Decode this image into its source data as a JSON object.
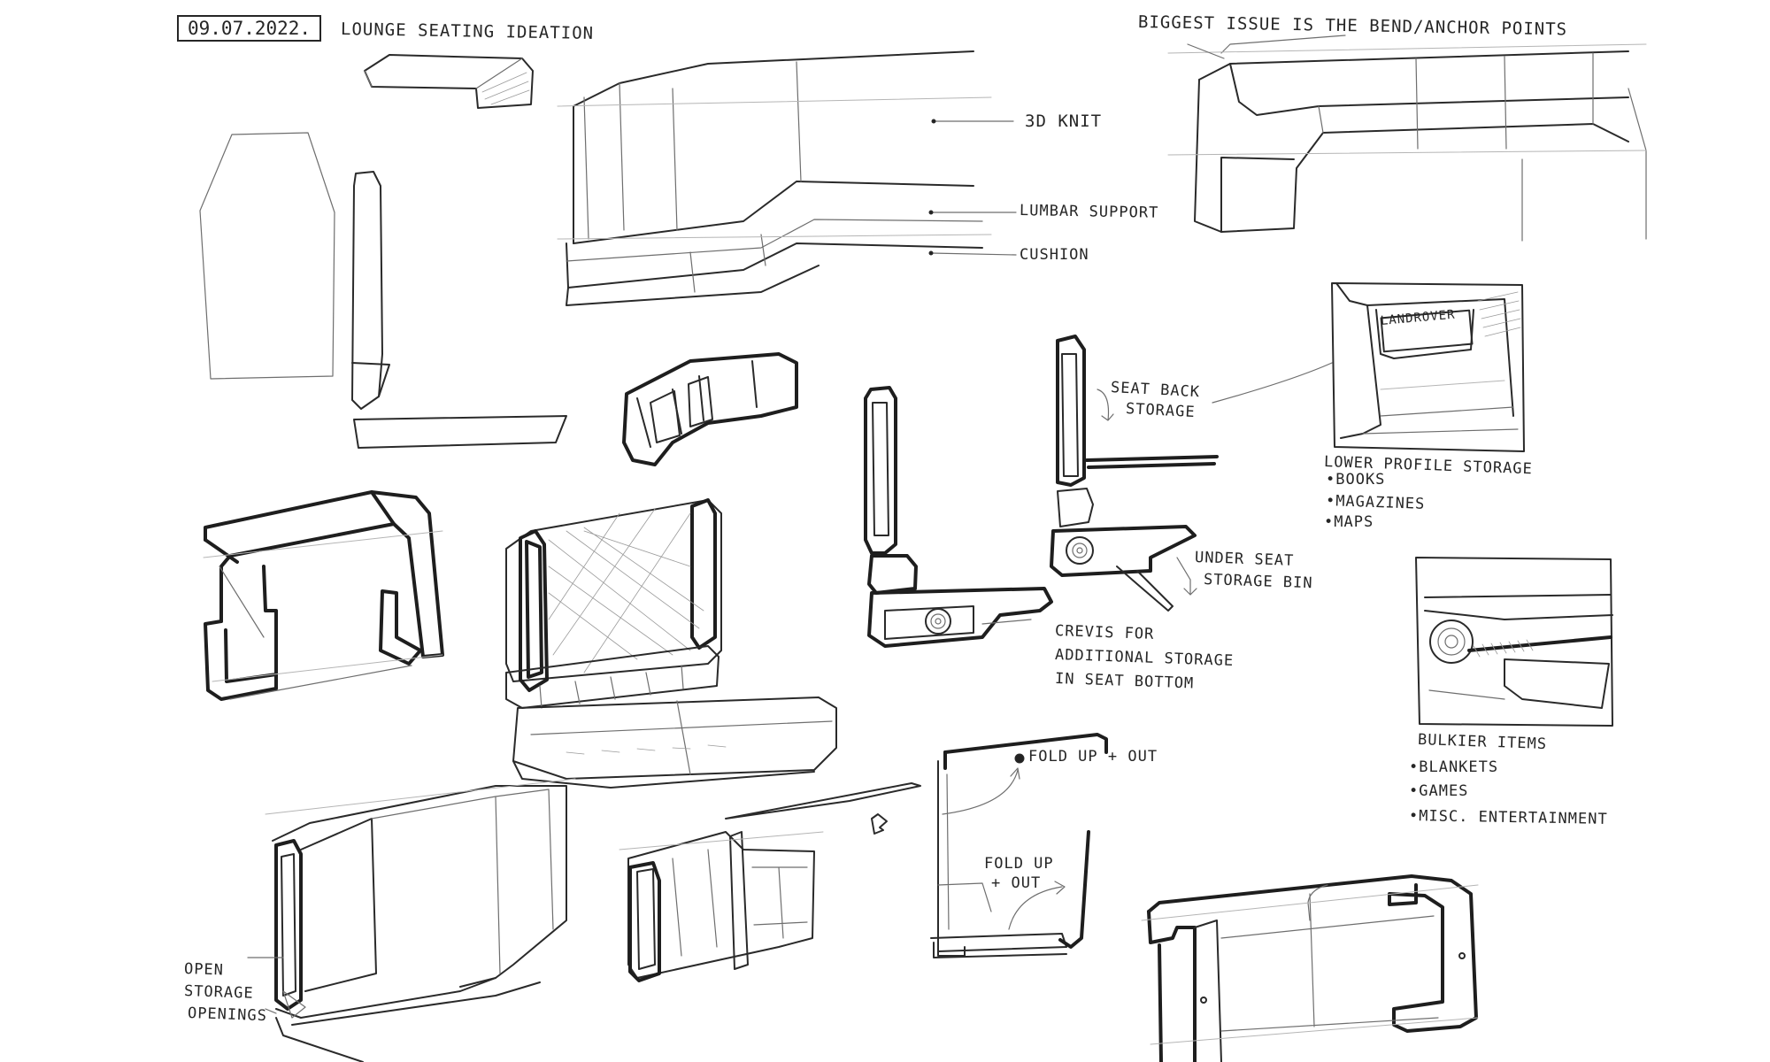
{
  "header": {
    "date": "09.07.2022.",
    "title": "LOUNGE SEATING IDEATION"
  },
  "annotations": {
    "knit": "3D KNIT",
    "lumbar": "LUMBAR SUPPORT",
    "cushion": "CUSHION",
    "biggest_issue": "BIGGEST ISSUE IS THE BEND/ANCHOR POINTS",
    "seat_back_1": "SEAT BACK",
    "seat_back_2": "STORAGE",
    "low_profile_title": "LOWER PROFILE STORAGE",
    "low_profile_items": [
      "•BOOKS",
      "•MAGAZINES",
      "•MAPS"
    ],
    "card_label": "LANDROVER",
    "under_seat_1": "UNDER SEAT",
    "under_seat_2": "STORAGE BIN",
    "crevis_1": "CREVIS FOR",
    "crevis_2": "ADDITIONAL STORAGE",
    "crevis_3": "IN SEAT BOTTOM",
    "bulkier_title": "BULKIER ITEMS",
    "bulkier_items": [
      "•BLANKETS",
      "•GAMES",
      "•MISC. ENTERTAINMENT"
    ],
    "fold_1": "FOLD UP + OUT",
    "fold_2a": "FOLD UP",
    "fold_2b": "+ OUT",
    "open_storage": [
      "OPEN",
      "STORAGE",
      "OPENINGS"
    ]
  }
}
